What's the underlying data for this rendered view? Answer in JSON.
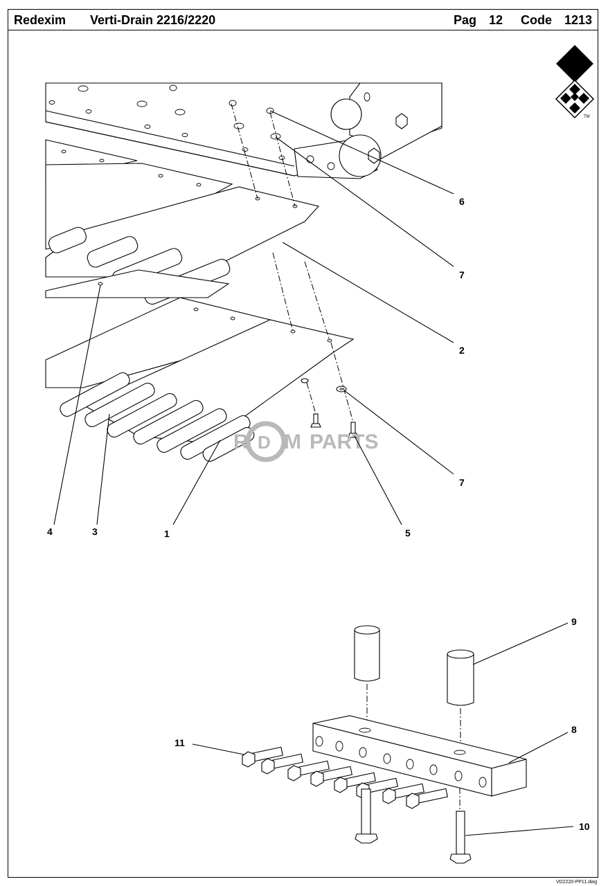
{
  "header": {
    "brand": "Redexim",
    "model": "Verti-Drain 2216/2220",
    "page_label": "Pag",
    "page_number": "12",
    "code_label": "Code",
    "code_number": "1213"
  },
  "logo": {
    "icon": "redexim-diamond-logo",
    "trademark": "TM"
  },
  "watermark": {
    "letters": [
      "R",
      "D",
      "M"
    ],
    "suffix": "PARTS"
  },
  "callouts": [
    "6",
    "7",
    "2",
    "7",
    "4",
    "3",
    "1",
    "5",
    "9",
    "8",
    "11",
    "10"
  ],
  "footer": {
    "filename": "VD2220-PP11.dwg"
  },
  "colors": {
    "line": "#000000",
    "watermark": "#b9b9b9"
  }
}
